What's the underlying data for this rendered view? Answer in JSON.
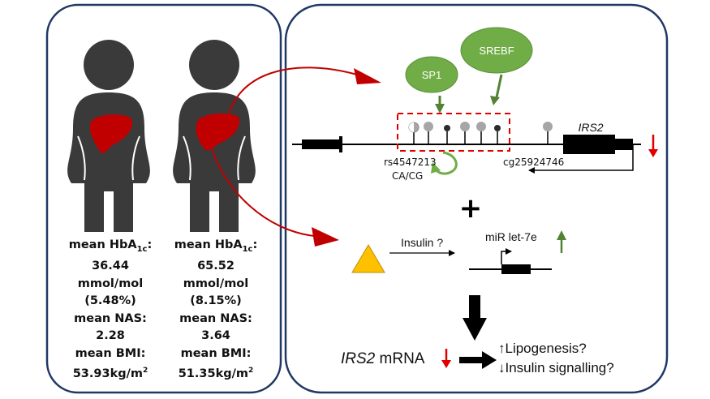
{
  "left_panel": {
    "patient_a": {
      "hba1c_label": "mean HbA",
      "hba1c_subscript": "1c",
      "hba1c_suffix": ":",
      "hba1c_value": "36.44",
      "hba1c_unit": "mmol/mol",
      "hba1c_percent": "(5.48%)",
      "nas_label": "mean NAS:",
      "nas_value": "2.28",
      "bmi_label": "mean BMI:",
      "bmi_value": "53.93kg/m",
      "bmi_sup": "2"
    },
    "patient_b": {
      "hba1c_label": "mean HbA",
      "hba1c_subscript": "1c",
      "hba1c_suffix": ":",
      "hba1c_value": "65.52",
      "hba1c_unit": "mmol/mol",
      "hba1c_percent": "(8.15%)",
      "nas_label": "mean NAS:",
      "nas_value": "3.64",
      "bmi_label": "mean BMI:",
      "bmi_value": "51.35kg/m",
      "bmi_sup": "2"
    }
  },
  "right_panel": {
    "transcription_factors": [
      "SP1",
      "SREBF"
    ],
    "gene_name": "IRS2",
    "snp_label": "rs4547213",
    "snp_alleles": "CA/CG",
    "cpg_label": "cg25924746",
    "plus_sign": "+",
    "insulin_label": "Insulin ?",
    "mirna_label": "miR let-7e",
    "mrna_gene": "IRS2",
    "mrna_suffix": " mRNA",
    "outcomes": [
      "↑Lipogenesis?",
      "↓Insulin signalling?"
    ]
  },
  "colors": {
    "panel_border": "#1f3864",
    "silhouette": "#3a3a3a",
    "liver": "#c00000",
    "arrow_red": "#c00000",
    "tf_green": "#70ad47",
    "arrow_green": "#548235",
    "triangle": "#ffc000",
    "lollipop_gray": "#a6a6a6"
  }
}
